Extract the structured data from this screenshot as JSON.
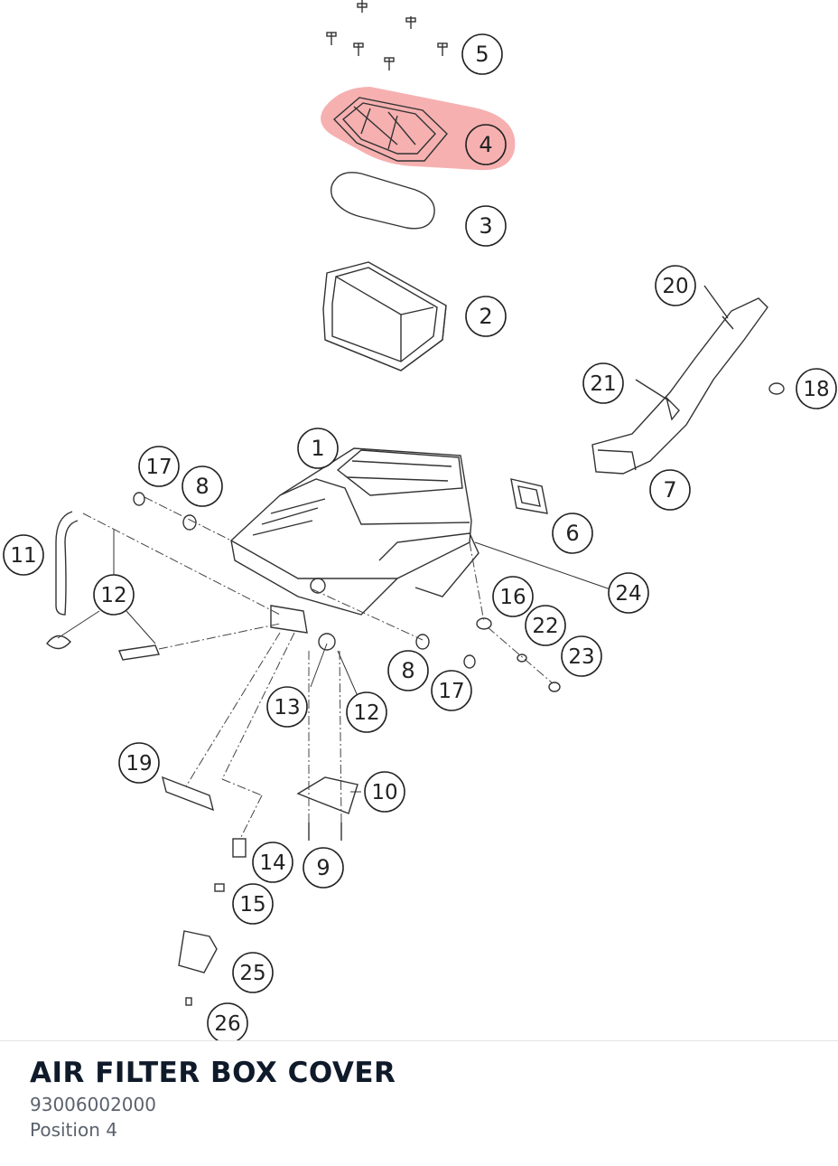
{
  "diagram": {
    "highlight_color": "#f07c7c",
    "callouts": [
      {
        "id": "c1",
        "label": "1"
      },
      {
        "id": "c2",
        "label": "2"
      },
      {
        "id": "c3",
        "label": "3"
      },
      {
        "id": "c4",
        "label": "4",
        "selected": true
      },
      {
        "id": "c5",
        "label": "5"
      },
      {
        "id": "c6",
        "label": "6"
      },
      {
        "id": "c7",
        "label": "7"
      },
      {
        "id": "c8a",
        "label": "8"
      },
      {
        "id": "c8b",
        "label": "8"
      },
      {
        "id": "c9",
        "label": "9"
      },
      {
        "id": "c10",
        "label": "10"
      },
      {
        "id": "c11",
        "label": "11"
      },
      {
        "id": "c12a",
        "label": "12"
      },
      {
        "id": "c12b",
        "label": "12"
      },
      {
        "id": "c13",
        "label": "13"
      },
      {
        "id": "c14",
        "label": "14"
      },
      {
        "id": "c15",
        "label": "15"
      },
      {
        "id": "c16",
        "label": "16"
      },
      {
        "id": "c17a",
        "label": "17"
      },
      {
        "id": "c17b",
        "label": "17"
      },
      {
        "id": "c18",
        "label": "18"
      },
      {
        "id": "c19",
        "label": "19"
      },
      {
        "id": "c20",
        "label": "20"
      },
      {
        "id": "c21",
        "label": "21"
      },
      {
        "id": "c22",
        "label": "22"
      },
      {
        "id": "c23",
        "label": "23"
      },
      {
        "id": "c24",
        "label": "24"
      },
      {
        "id": "c25",
        "label": "25"
      },
      {
        "id": "c26",
        "label": "26"
      }
    ]
  },
  "part": {
    "title": "AIR FILTER BOX COVER",
    "number": "93006002000",
    "position": "Position 4"
  }
}
